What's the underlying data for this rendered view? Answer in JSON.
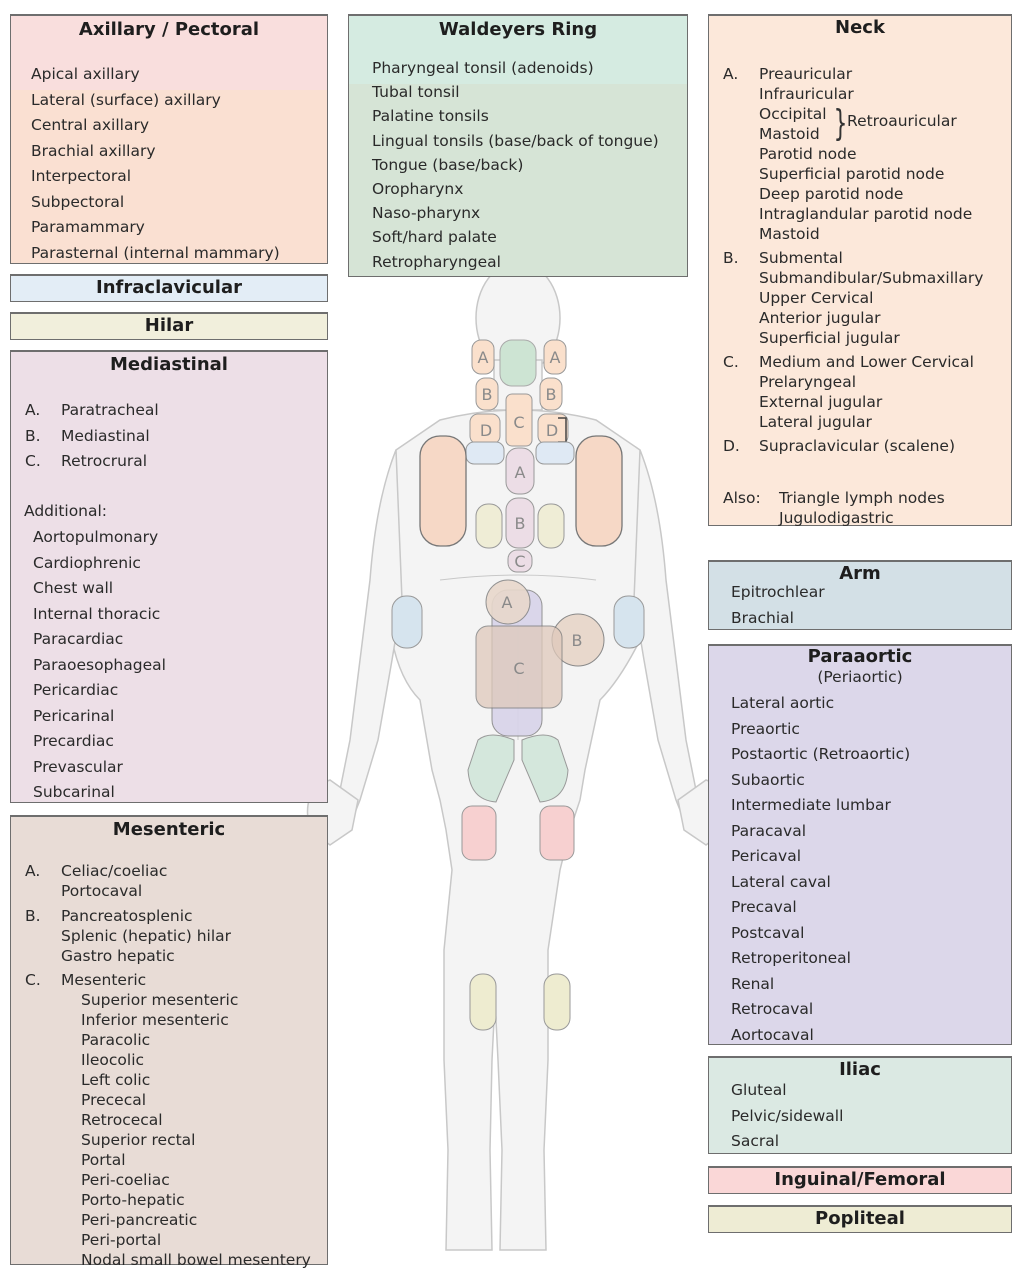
{
  "colors": {
    "axillary": "#f9dedd",
    "axillary_lower": "#fae0d2",
    "waldeyer_top": "#d5ebe1",
    "waldeyer": "#d6e4d6",
    "neck": "#fce8da",
    "infraclavicular": "#e3edf6",
    "hilar": "#f1efdc",
    "mediastinal": "#eddfe7",
    "mesenteric": "#e8dcd6",
    "arm": "#d3e0e6",
    "paraaortic": "#dcd7ea",
    "iliac": "#dbe9e3",
    "inguinal": "#fad7d7",
    "popliteal": "#eeecd4",
    "border": "#6e6e6e"
  },
  "axillary": {
    "title": "Axillary / Pectoral",
    "items": [
      "Apical axillary",
      "Lateral (surface) axillary",
      "Central axillary",
      "Brachial axillary",
      "Interpectoral",
      "Subpectoral",
      "Paramammary",
      "Parasternal (internal mammary)"
    ]
  },
  "waldeyer": {
    "title": "Waldeyers Ring",
    "items": [
      "Pharyngeal tonsil (adenoids)",
      "Tubal tonsil",
      "Palatine tonsils",
      "Lingual tonsils (base/back of tongue)",
      "Tongue (base/back)",
      "Oropharynx",
      "Naso-pharynx",
      "Soft/hard palate",
      "Retropharyngeal"
    ]
  },
  "neck": {
    "title": "Neck",
    "groups": [
      {
        "letter": "A.",
        "items": [
          "Preauricular",
          "Infrauricular",
          "Occipital",
          "Mastoid",
          "Parotid node",
          "Superficial parotid node",
          "Deep parotid node",
          "Intraglandular parotid node",
          "Mastoid"
        ]
      },
      {
        "letter": "B.",
        "items": [
          "Submental",
          "Submandibular/Submaxillary",
          "Upper Cervical",
          "Anterior jugular",
          "Superficial jugular"
        ]
      },
      {
        "letter": "C.",
        "items": [
          "Medium and Lower Cervical",
          "Prelaryngeal",
          "External jugular",
          "Lateral jugular"
        ]
      },
      {
        "letter": "D.",
        "items": [
          "Supraclavicular (scalene)"
        ]
      }
    ],
    "brace_label": "Retroauricular",
    "also_label": "Also:",
    "also_items": [
      "Triangle lymph nodes",
      "Jugulodigastric"
    ]
  },
  "infraclavicular": {
    "title": "Infraclavicular"
  },
  "hilar": {
    "title": "Hilar"
  },
  "mediastinal": {
    "title": "Mediastinal",
    "groups": [
      {
        "letter": "A.",
        "label": "Paratracheal"
      },
      {
        "letter": "B.",
        "label": "Mediastinal"
      },
      {
        "letter": "C.",
        "label": "Retrocrural"
      }
    ],
    "additional_label": "Additional:",
    "additional_items": [
      "Aortopulmonary",
      "Cardiophrenic",
      "Chest wall",
      "Internal thoracic",
      "Paracardiac",
      "Paraoesophageal",
      "Pericardiac",
      "Pericarinal",
      "Precardiac",
      "Prevascular",
      "Subcarinal"
    ]
  },
  "mesenteric": {
    "title": "Mesenteric",
    "groups": [
      {
        "letter": "A.",
        "items": [
          "Celiac/coeliac",
          "Portocaval"
        ]
      },
      {
        "letter": "B.",
        "items": [
          "Pancreatosplenic",
          "Splenic (hepatic) hilar",
          "Gastro hepatic"
        ]
      },
      {
        "letter": "C.",
        "items": [
          "Mesenteric"
        ]
      }
    ],
    "sub_items": [
      "Superior mesenteric",
      "Inferior mesenteric",
      "Paracolic",
      "Ileocolic",
      "Left colic",
      "Prececal",
      "Retrocecal",
      "Superior rectal",
      "Portal",
      "Peri-coeliac",
      "Porto-hepatic",
      "Peri-pancreatic",
      "Peri-portal",
      "Nodal small bowel mesentery"
    ]
  },
  "arm": {
    "title": "Arm",
    "items": [
      "Epitrochlear",
      "Brachial"
    ]
  },
  "paraaortic": {
    "title": "Paraaortic",
    "subtitle": "(Periaortic)",
    "items": [
      "Lateral aortic",
      "Preaortic",
      "Postaortic (Retroaortic)",
      "Subaortic",
      "Intermediate lumbar",
      "Paracaval",
      "Pericaval",
      "Lateral caval",
      "Precaval",
      "Postcaval",
      "Retroperitoneal",
      "Renal",
      "Retrocaval",
      "Aortocaval"
    ]
  },
  "iliac": {
    "title": "Iliac",
    "items": [
      "Gluteal",
      "Pelvic/sidewall",
      "Sacral"
    ]
  },
  "inguinal": {
    "title": "Inguinal/Femoral"
  },
  "popliteal": {
    "title": "Popliteal"
  },
  "figure_labels": {
    "neck_a_left": "A",
    "neck_a_right": "A",
    "neck_b_left": "B",
    "neck_b_right": "B",
    "neck_c": "C",
    "neck_d_left": "D",
    "neck_d_right": "D",
    "med_a": "A",
    "med_b": "B",
    "med_c": "C",
    "mes_a": "A",
    "mes_b": "B",
    "mes_c": "C"
  }
}
